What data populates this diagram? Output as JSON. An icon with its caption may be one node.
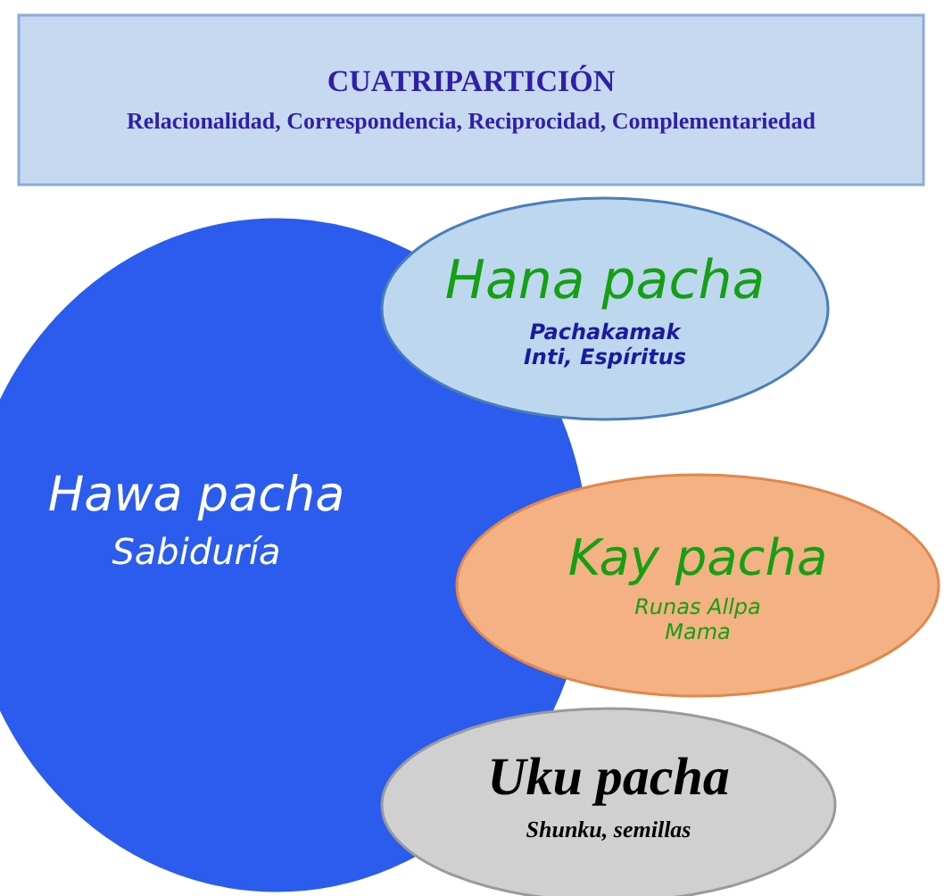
{
  "diagram": {
    "nodes": [
      {
        "text": [
          "CUATRIPARTICIÓN",
          "Relacionalidad, Correspondencia, Reciprocidad, Complementariedad"
        ]
      },
      {
        "text": [
          "Hawa pacha",
          "Sabiduría"
        ]
      },
      {
        "text": [
          "Hana pacha",
          "Pachakamak Inti, Espíritus"
        ]
      },
      {
        "text": [
          "Kay pacha",
          "Runas Allpa Mama"
        ]
      },
      {
        "text": [
          "Uku pacha",
          "Shunku, semillas"
        ]
      }
    ],
    "edges": []
  }
}
